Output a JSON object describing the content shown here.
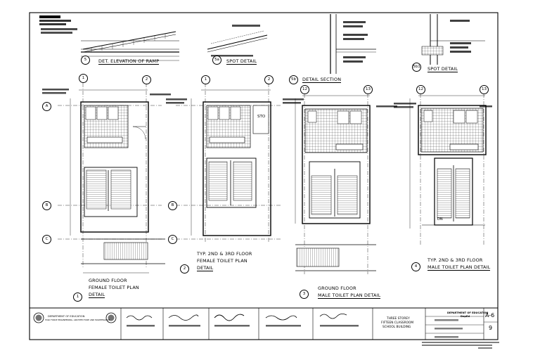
{
  "drawings": {
    "ramp_elevation": {
      "number": "5",
      "sheet": "A-6",
      "title": "DET. ELEVATION OF RAMP"
    },
    "spot_detail_5a": {
      "number": "5a",
      "sheet": "A-6",
      "title": "SPOT DETAIL"
    },
    "detail_section": {
      "number": "5b",
      "sheet": "A-6",
      "title": "DETAIL SECTION"
    },
    "spot_detail_5b1": {
      "number": "5b1",
      "sheet": "A-6",
      "title": "SPOT DETAIL"
    },
    "plan_1": {
      "number": "1",
      "sheet": "A-6",
      "title_lines": [
        "GROUND FLOOR",
        "FEMALE TOILET PLAN",
        "DETAIL"
      ]
    },
    "plan_2": {
      "number": "2",
      "sheet": "A-6",
      "title_lines": [
        "TYP. 2ND & 3RD FLOOR",
        "FEMALE TOILET PLAN",
        "DETAIL"
      ]
    },
    "plan_3": {
      "number": "3",
      "sheet": "A-6",
      "title_lines": [
        "GROUND FLOOR",
        "MALE TOILET PLAN DETAIL"
      ]
    },
    "plan_4": {
      "number": "4",
      "sheet": "A-6",
      "title_lines": [
        "TYP. 2ND & 3RD FLOOR",
        "MALE TOILET PLAN DETAIL"
      ]
    }
  },
  "grid_labels": {
    "rows": [
      "A",
      "B",
      "C"
    ],
    "cols_female": [
      "1",
      "2"
    ],
    "cols_male": [
      "12",
      "13"
    ]
  },
  "room_labels": {
    "storage": "STO",
    "down": "DN"
  },
  "title_block": {
    "agency_line1": "DEPARTMENT OF EDUCATION",
    "agency_line2": "TASK FORCE ENGINEERING, ARCHITECTURE AND MAINTENANCE",
    "project_title_lines": [
      "THREE STOREY",
      "FIFTEEN CLASSROOM",
      "SCHOOL BUILDING"
    ],
    "owner_label": "DEPARTMENT OF EDUCATION",
    "owner_sub": "DepEd",
    "sheet_id": "A-6",
    "sheet_number": "9"
  }
}
